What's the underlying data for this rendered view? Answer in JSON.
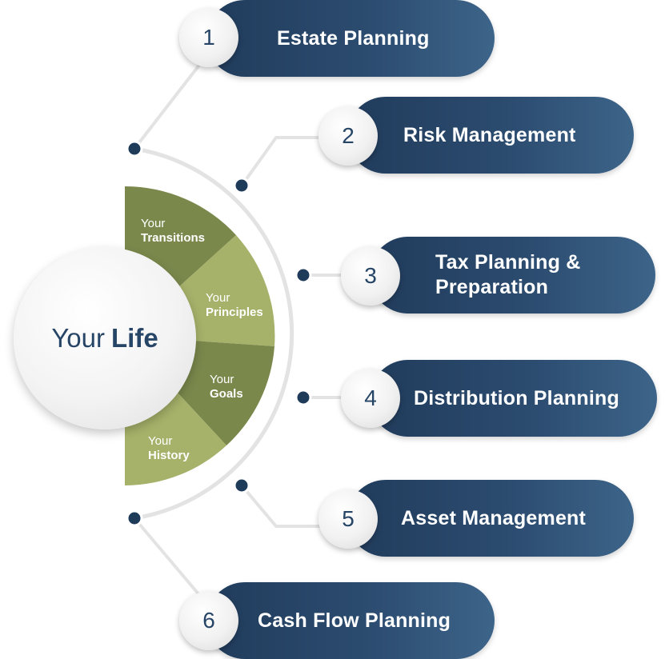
{
  "center": {
    "label_prefix": "Your",
    "label_strong": "Life"
  },
  "sectors": [
    {
      "prefix": "Your",
      "label": "Transitions"
    },
    {
      "prefix": "Your",
      "label": "Principles"
    },
    {
      "prefix": "Your",
      "label": "Goals"
    },
    {
      "prefix": "Your",
      "label": "History"
    }
  ],
  "steps": [
    {
      "number": "1",
      "label": "Estate Planning"
    },
    {
      "number": "2",
      "label": "Risk Management"
    },
    {
      "number": "3",
      "label": "Tax Planning &\nPreparation"
    },
    {
      "number": "4",
      "label": "Distribution Planning"
    },
    {
      "number": "5",
      "label": "Asset Management"
    },
    {
      "number": "6",
      "label": "Cash Flow Planning"
    }
  ],
  "colors": {
    "pill": "#2b4b6f",
    "number_text": "#264567",
    "sector_1": "#7a884c",
    "sector_2": "#a6b26a",
    "sector_3": "#7a884c",
    "sector_4": "#a6b26a",
    "connector": "#e3e3e3",
    "node": "#1f3b5a"
  }
}
